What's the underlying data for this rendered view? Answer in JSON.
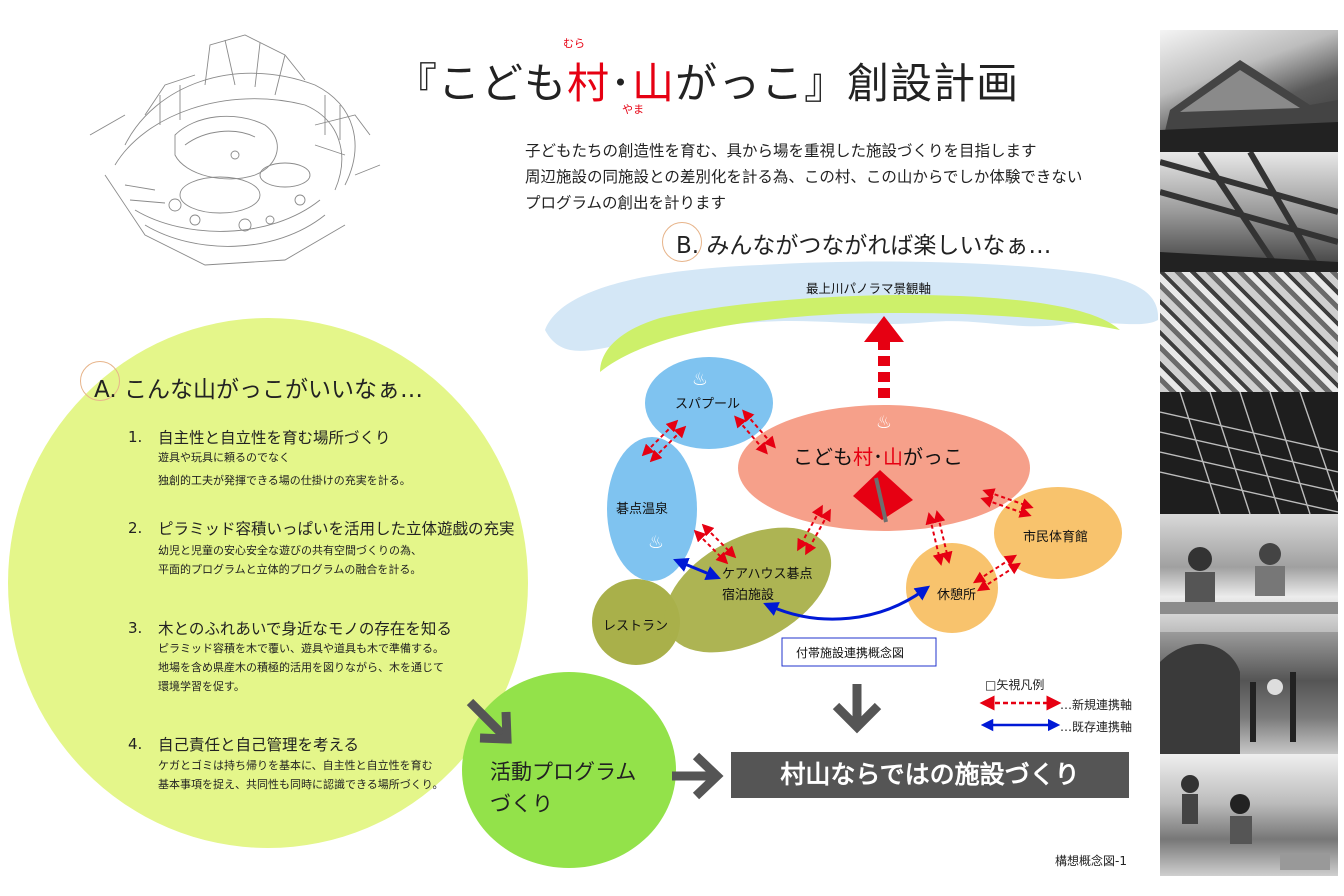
{
  "title": {
    "open": "『こども",
    "mura": "村",
    "dot": "･",
    "yama": "山",
    "rest": "がっこ』創設計画",
    "ruby_mura": "むら",
    "ruby_yama": "やま"
  },
  "intro": {
    "line1": "子どもたちの創造性を育む、具から場を重視した施設づくりを目指します",
    "line2": "周辺施設の同施設との差別化を計る為、この村、この山からでしか体験できない",
    "line3": "プログラムの創出を計ります"
  },
  "section_b": {
    "letter": "B.",
    "text": "みんながつながれば楽しいなぁ…"
  },
  "section_a": {
    "letter": "A.",
    "text": "こんな山がっこがいいなぁ…"
  },
  "items": [
    {
      "num": "1.",
      "title": "自主性と自立性を育む場所づくり",
      "desc": [
        "遊具や玩具に頼るのでなく",
        "独創的工夫が発揮できる場の仕掛けの充実を計る。"
      ]
    },
    {
      "num": "2.",
      "title": "ピラミッド容積いっぱいを活用した立体遊戯の充実",
      "desc": [
        "幼児と児童の安心安全な遊びの共有空間づくりの為、",
        "平面的プログラムと立体的プログラムの融合を計る。"
      ]
    },
    {
      "num": "3.",
      "title": "木とのふれあいで身近なモノの存在を知る",
      "desc": [
        "ピラミッド容積を木で覆い、遊具や道具も木で準備する。",
        "地場を含め県産木の積極的活用を図りながら、木を通じて",
        "環境学習を促す。"
      ]
    },
    {
      "num": "4.",
      "title": "自己責任と自己管理を考える",
      "desc": [
        "ケガとゴミは持ち帰りを基本に、自主性と自立性を育む",
        "基本事項を捉え、共同性も同時に認識できる場所づくり。"
      ]
    }
  ],
  "diagram": {
    "axis_label": "最上川パノラマ景観軸",
    "center_pre": "こども",
    "center_mura": "村",
    "center_dot": "･",
    "center_yama": "山",
    "center_post": "がっこ",
    "spa_pool": "スパプール",
    "onsen": "碁点温泉",
    "care_house_1": "ケアハウス碁点",
    "care_house_2": "宿泊施設",
    "restaurant": "レストラン",
    "rest_area": "休憩所",
    "gym": "市民体育館",
    "caption": "付帯施設連携概念図",
    "onsen_icon": "♨"
  },
  "legend": {
    "title": "□矢視凡例",
    "new_axis": "…新規連携軸",
    "existing_axis": "…既存連携軸"
  },
  "program": {
    "line1": "活動プログラム",
    "line2": "づくり"
  },
  "banner": "村山ならではの施設づくり",
  "footer": "構想概念図-1",
  "colors": {
    "accent_red": "#e60012",
    "green_circle": "#e4f68a",
    "program_green": "#93e24a",
    "center_salmon": "#f6a08a",
    "blue_node": "#7fc3f0",
    "orange_node": "#f8c36d",
    "olive_node": "#a9b04a",
    "existing_blue": "#0019d6"
  },
  "icons": [
    "sketch-illustration",
    "onsen-icon",
    "pyramid-icon",
    "arrow-right-icon",
    "arrow-down-icon",
    "arrow-up-icon"
  ]
}
